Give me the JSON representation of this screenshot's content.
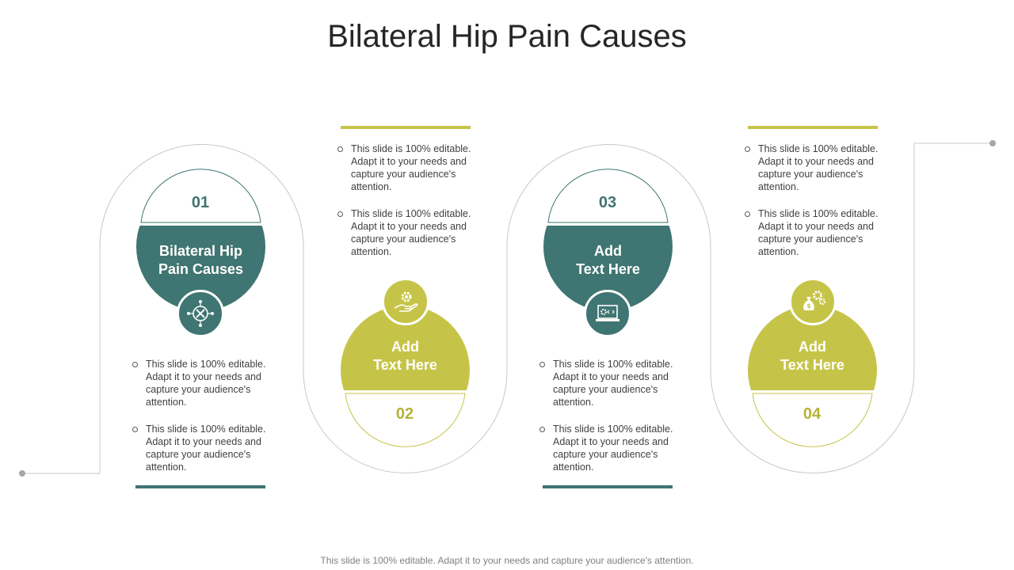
{
  "title": "Bilateral Hip Pain Causes",
  "footer": "This slide is 100% editable. Adapt it to your needs and capture your audience's attention.",
  "colors": {
    "teal": "#3f7572",
    "olive": "#c6c448",
    "outline": "#c8c8c8"
  },
  "steps": [
    {
      "number": "01",
      "label": "Bilateral Hip\nPain Causes",
      "icon": "tools-network-icon",
      "bullets": [
        "This slide is 100% editable. Adapt it to your needs and capture your audience's attention.",
        "This slide is 100% editable. Adapt it to your needs and capture your audience's attention."
      ]
    },
    {
      "number": "02",
      "label": "Add\nText Here",
      "icon": "hand-gear-icon",
      "bullets": [
        "This slide is 100% editable. Adapt it to your needs and capture your audience's attention.",
        "This slide is 100% editable. Adapt it to your needs and capture your audience's attention."
      ]
    },
    {
      "number": "03",
      "label": "Add\nText Here",
      "icon": "laptop-code-icon",
      "bullets": [
        "This slide is 100% editable. Adapt it to your needs and capture your audience's attention.",
        "This slide is 100% editable. Adapt it to your needs and capture your audience's attention."
      ]
    },
    {
      "number": "04",
      "label": "Add\nText Here",
      "icon": "money-bag-gears-icon",
      "bullets": [
        "This slide is 100% editable. Adapt it to your needs and capture your audience's attention.",
        "This slide is 100% editable. Adapt it to your needs and capture your audience's attention."
      ]
    }
  ]
}
